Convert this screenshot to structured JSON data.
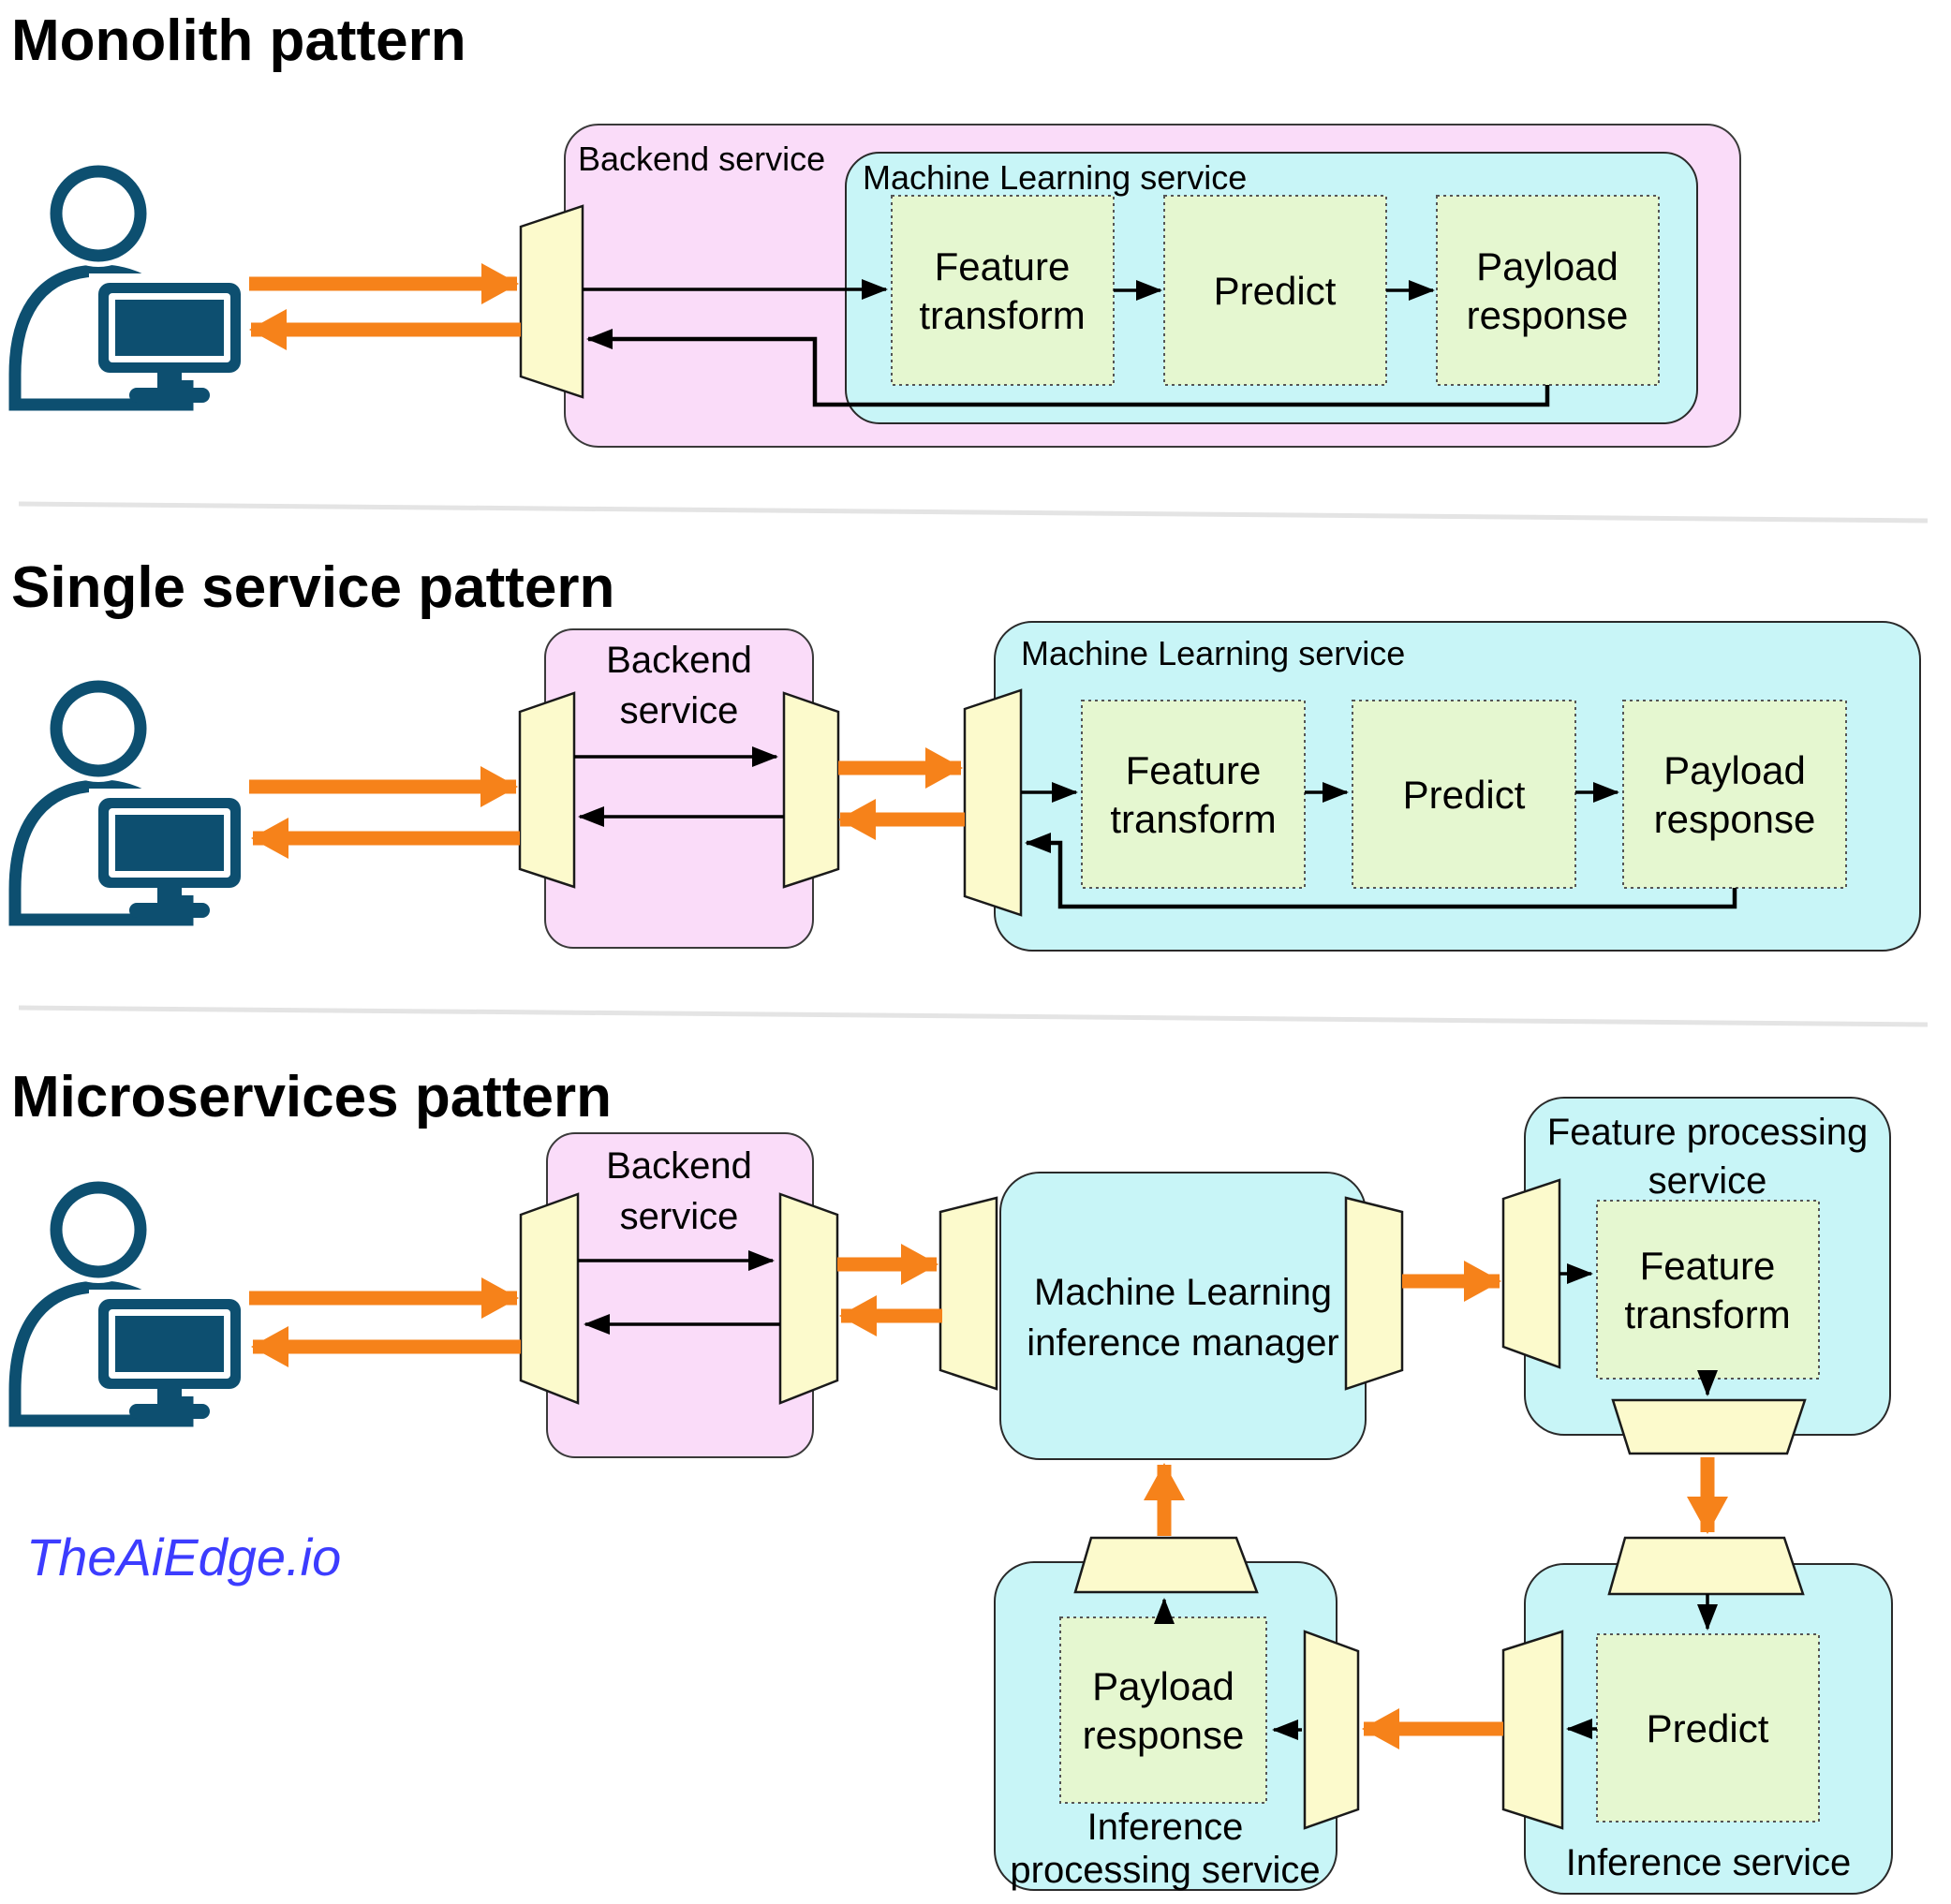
{
  "watermark": "TheAiEdge.io",
  "colors": {
    "backend_fill": "#FADCF9",
    "service_fill": "#C8F5F7",
    "step_fill": "#E5F7D0",
    "gateway_fill": "#FCFACC",
    "arrow_orange": "#F6821A",
    "user_icon": "#0D4F70",
    "watermark_blue": "#3C3CFF"
  },
  "monolith": {
    "title": "Monolith pattern",
    "backend_label": "Backend service",
    "ml_label": "Machine Learning service",
    "feature_transform": {
      "line1": "Feature",
      "line2": "transform"
    },
    "predict": "Predict",
    "payload_response": {
      "line1": "Payload",
      "line2": "response"
    }
  },
  "single_service": {
    "title": "Single service pattern",
    "backend": {
      "line1": "Backend",
      "line2": "service"
    },
    "ml_label": "Machine Learning service",
    "feature_transform": {
      "line1": "Feature",
      "line2": "transform"
    },
    "predict": "Predict",
    "payload_response": {
      "line1": "Payload",
      "line2": "response"
    }
  },
  "microservices": {
    "title": "Microservices pattern",
    "backend": {
      "line1": "Backend",
      "line2": "service"
    },
    "inference_manager": {
      "line1": "Machine Learning",
      "line2": "inference manager"
    },
    "feature_processing": {
      "line1": "Feature processing",
      "line2": "service"
    },
    "feature_transform": {
      "line1": "Feature",
      "line2": "transform"
    },
    "inference_service_label": "Inference service",
    "predict": "Predict",
    "inference_processing": {
      "line1": "Inference",
      "line2": "processing service"
    },
    "payload_response": {
      "line1": "Payload",
      "line2": "response"
    }
  }
}
